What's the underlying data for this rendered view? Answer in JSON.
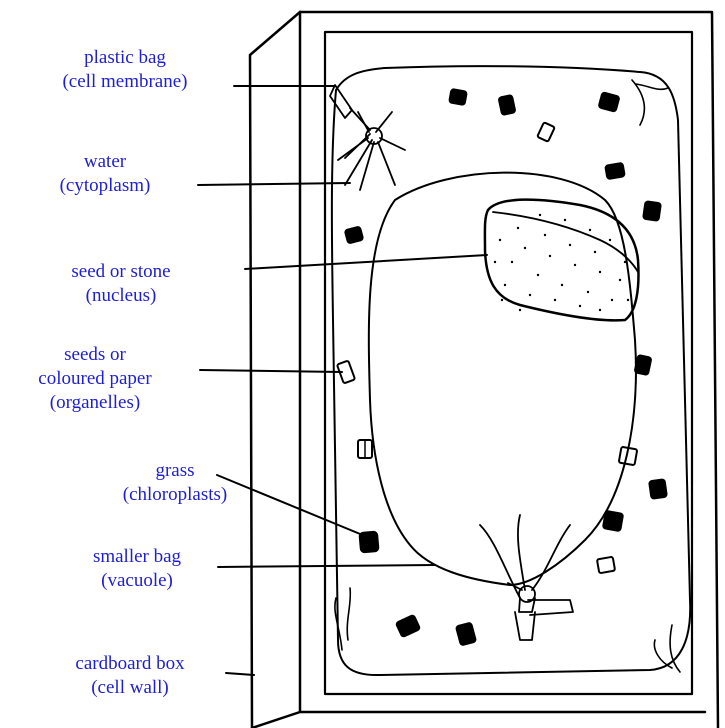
{
  "colors": {
    "label_text": "#1e1ed2",
    "ink": "#000000",
    "background": "#ffffff"
  },
  "labels": [
    {
      "id": "cell-membrane",
      "line1": "plastic bag",
      "line2": "(cell membrane)"
    },
    {
      "id": "cytoplasm",
      "line1": "water",
      "line2": "(cytoplasm)"
    },
    {
      "id": "nucleus",
      "line1": "seed or stone",
      "line2": "(nucleus)"
    },
    {
      "id": "organelles",
      "line1": "seeds or",
      "line2": "coloured paper",
      "line3": "(organelles)"
    },
    {
      "id": "chloroplasts",
      "line1": "grass",
      "line2": "(chloroplasts)"
    },
    {
      "id": "vacuole",
      "line1": "smaller bag",
      "line2": "(vacuole)"
    },
    {
      "id": "cell-wall",
      "line1": "cardboard box",
      "line2": "(cell wall)"
    }
  ]
}
